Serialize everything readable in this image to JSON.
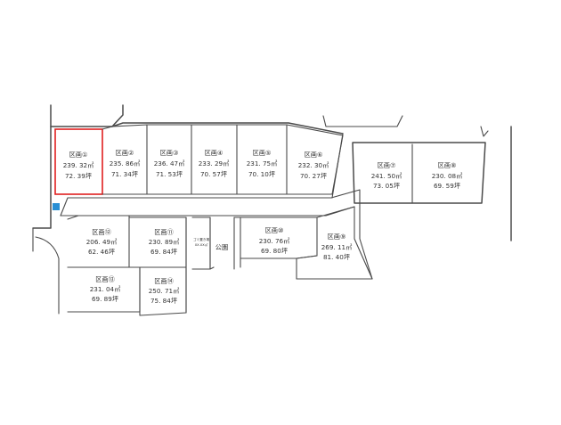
{
  "plots": [
    {
      "id": "p1",
      "name": "区画①",
      "area": "239. 32㎡",
      "tsubo": "72. 39坪",
      "selected": true
    },
    {
      "id": "p2",
      "name": "区画②",
      "area": "235. 86㎡",
      "tsubo": "71. 34坪"
    },
    {
      "id": "p3",
      "name": "区画③",
      "area": "236. 47㎡",
      "tsubo": "71. 53坪"
    },
    {
      "id": "p4",
      "name": "区画④",
      "area": "233. 29㎡",
      "tsubo": "70. 57坪"
    },
    {
      "id": "p5",
      "name": "区画⑤",
      "area": "231. 75㎡",
      "tsubo": "70. 10坪"
    },
    {
      "id": "p6",
      "name": "区画⑥",
      "area": "232. 30㎡",
      "tsubo": "70. 27坪"
    },
    {
      "id": "p7",
      "name": "区画⑦",
      "area": "241. 50㎡",
      "tsubo": "73. 05坪"
    },
    {
      "id": "p8",
      "name": "区画⑧",
      "area": "230. 08㎡",
      "tsubo": "69. 59坪"
    },
    {
      "id": "p9",
      "name": "区画⑨",
      "area": "269. 11㎡",
      "tsubo": "81. 40坪"
    },
    {
      "id": "p10",
      "name": "区画⑩",
      "area": "230. 76㎡",
      "tsubo": "69. 80坪"
    },
    {
      "id": "p11",
      "name": "区画⑪",
      "area": "230. 89㎡",
      "tsubo": "69. 84坪"
    },
    {
      "id": "p12",
      "name": "区画⑫",
      "area": "206. 49㎡",
      "tsubo": "62. 46坪"
    },
    {
      "id": "p13",
      "name": "区画⑬",
      "area": "231. 04㎡",
      "tsubo": "69. 89坪"
    },
    {
      "id": "p14",
      "name": "区画⑭",
      "area": "250. 71㎡",
      "tsubo": "75. 84坪"
    }
  ],
  "small_lot": {
    "line1": "ゴミ置き場",
    "line2": "XX.XX㎡"
  },
  "park_label": "公園",
  "colors": {
    "selected_outline": "#e02020",
    "line": "#4a4a4a",
    "marker": "#2a8fd4"
  }
}
